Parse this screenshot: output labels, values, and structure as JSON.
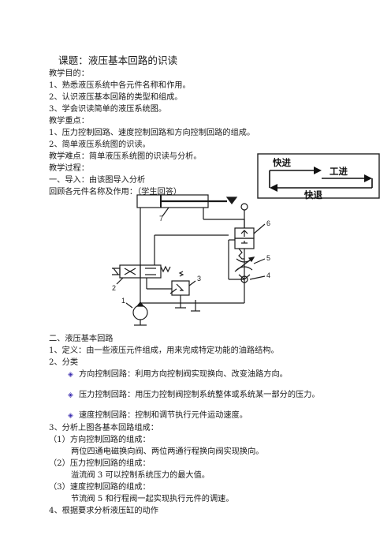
{
  "doc": {
    "title": "课题：液压基本回路的识读",
    "lines": [
      "教学目的：",
      "1、熟悉液压系统中各元件名称和作用。",
      "2、认识液压基本回路的类型和组成。",
      "3、学会识读简单的液压系统图。",
      "教学重点：",
      "1、压力控制回路、速度控制回路和方向控制回路的组成。",
      "2、简单液压系统图的识读。",
      "教学难点：简单液压系统图的识读与分析。",
      "教学过程：",
      "一、导入：由该图导入分析",
      "回顾各元件名称及作用：（学生回答）"
    ],
    "section2": {
      "heading": "二、液压基本回路",
      "def": "1、定义：由一些液压元件组成，用来完成特定功能的油路结构。",
      "cls": "2、分类",
      "items": [
        "方向控制回路：利用方向控制阀实现换向、改变油路方向。",
        "压力控制回路：用压力控制阀控制系统整体或系统某一部分的压力。",
        "速度控制回路：控制和调节执行元件运动速度。"
      ],
      "analysis": "3、分析上图各基本回路组成：",
      "sub": [
        {
          "h": "（1）方向控制回路的组成：",
          "b": "两位四通电磁换向阀、两位两通行程换向阀实现换向。"
        },
        {
          "h": "（2）压力控制回路的组成：",
          "b": "溢流阀 3 可以控制系统压力的最大值。"
        },
        {
          "h": "（3）速度控制回路的组成：",
          "b": "节流阀 5 和行程阀一起实现执行元件的调速。"
        }
      ],
      "last": "4、根据要求分析液压缸的动作"
    }
  },
  "motion": {
    "fast_forward": "快进",
    "work_feed": "工进",
    "fast_return": "快退"
  },
  "circuit": {
    "labels": [
      "7",
      "6",
      "5",
      "4",
      "2",
      "3",
      "1"
    ]
  }
}
